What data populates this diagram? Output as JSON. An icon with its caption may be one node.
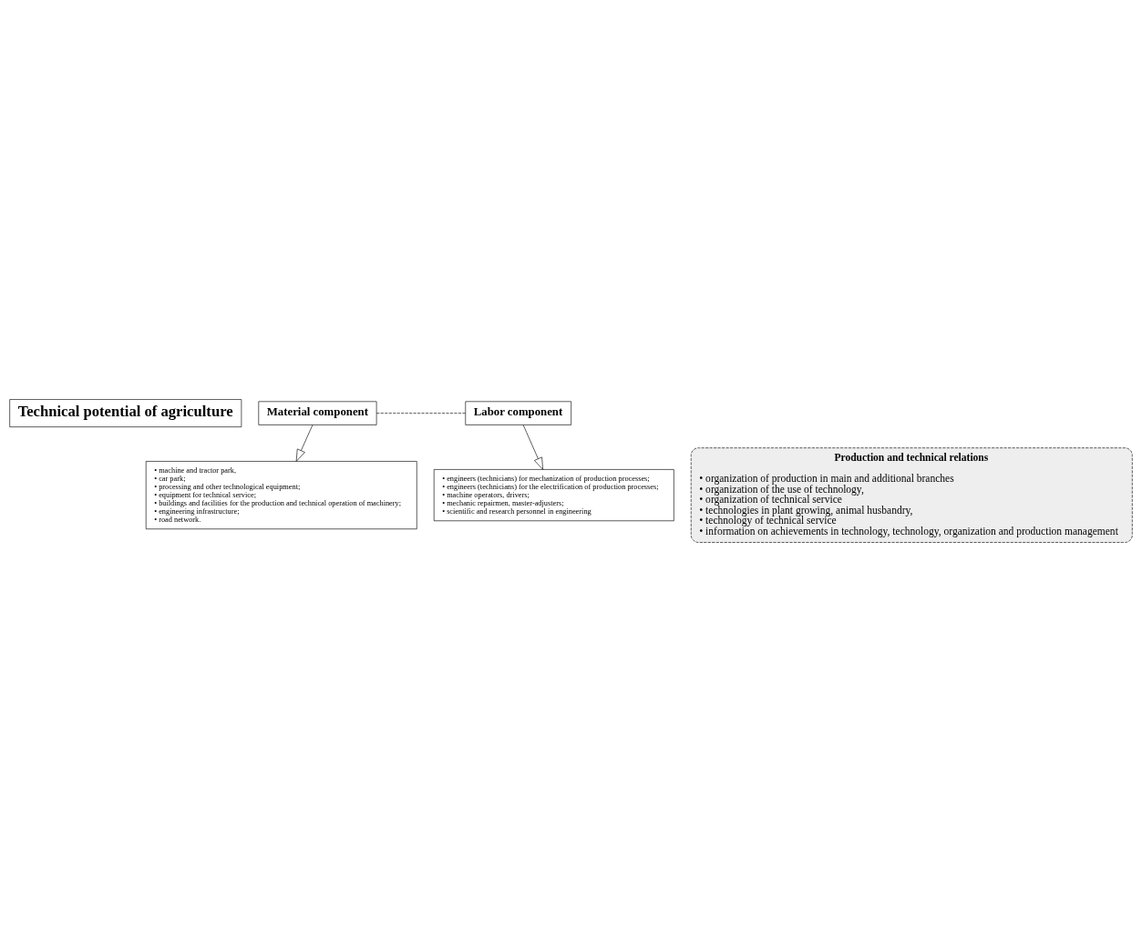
{
  "diagram": {
    "nodes": [
      {
        "text": [
          "Technical potential of agriculture"
        ]
      },
      {
        "text": [
          "Material component"
        ]
      },
      {
        "text": [
          "Labor component"
        ]
      },
      {
        "text": [
          "• machine and tractor park,",
          "• car park;",
          "• processing and other technological equipment;",
          "• equipment for technical service;",
          "• buildings and facilities for the production and technical operation of machinery;",
          "• engineering infrastructure;",
          "• road network."
        ]
      },
      {
        "text": [
          "• engineers (technicians) for mechanization of production processes;",
          "• engineers (technicians) for the electrification of production processes;",
          "• machine operators, drivers;",
          "• mechanic repairmen, master-adjusters;",
          "• scientific and research personnel in engineering"
        ]
      },
      {
        "text": [
          "Production and technical relations",
          "• organization of production in main and additional branches",
          "• organization of the use of technology,",
          "• organization of technical service",
          "• technologies in plant growing, animal husbandry,",
          "• technology of technical service",
          "• information on achievements in technology, technology, organization and production management"
        ]
      }
    ],
    "edges": [
      {
        "from": 1,
        "to": 2,
        "arrow": "none",
        "style": "dashed"
      },
      {
        "from": 1,
        "to": 3,
        "arrow": "to"
      },
      {
        "from": 2,
        "to": 4,
        "arrow": "to"
      }
    ]
  }
}
